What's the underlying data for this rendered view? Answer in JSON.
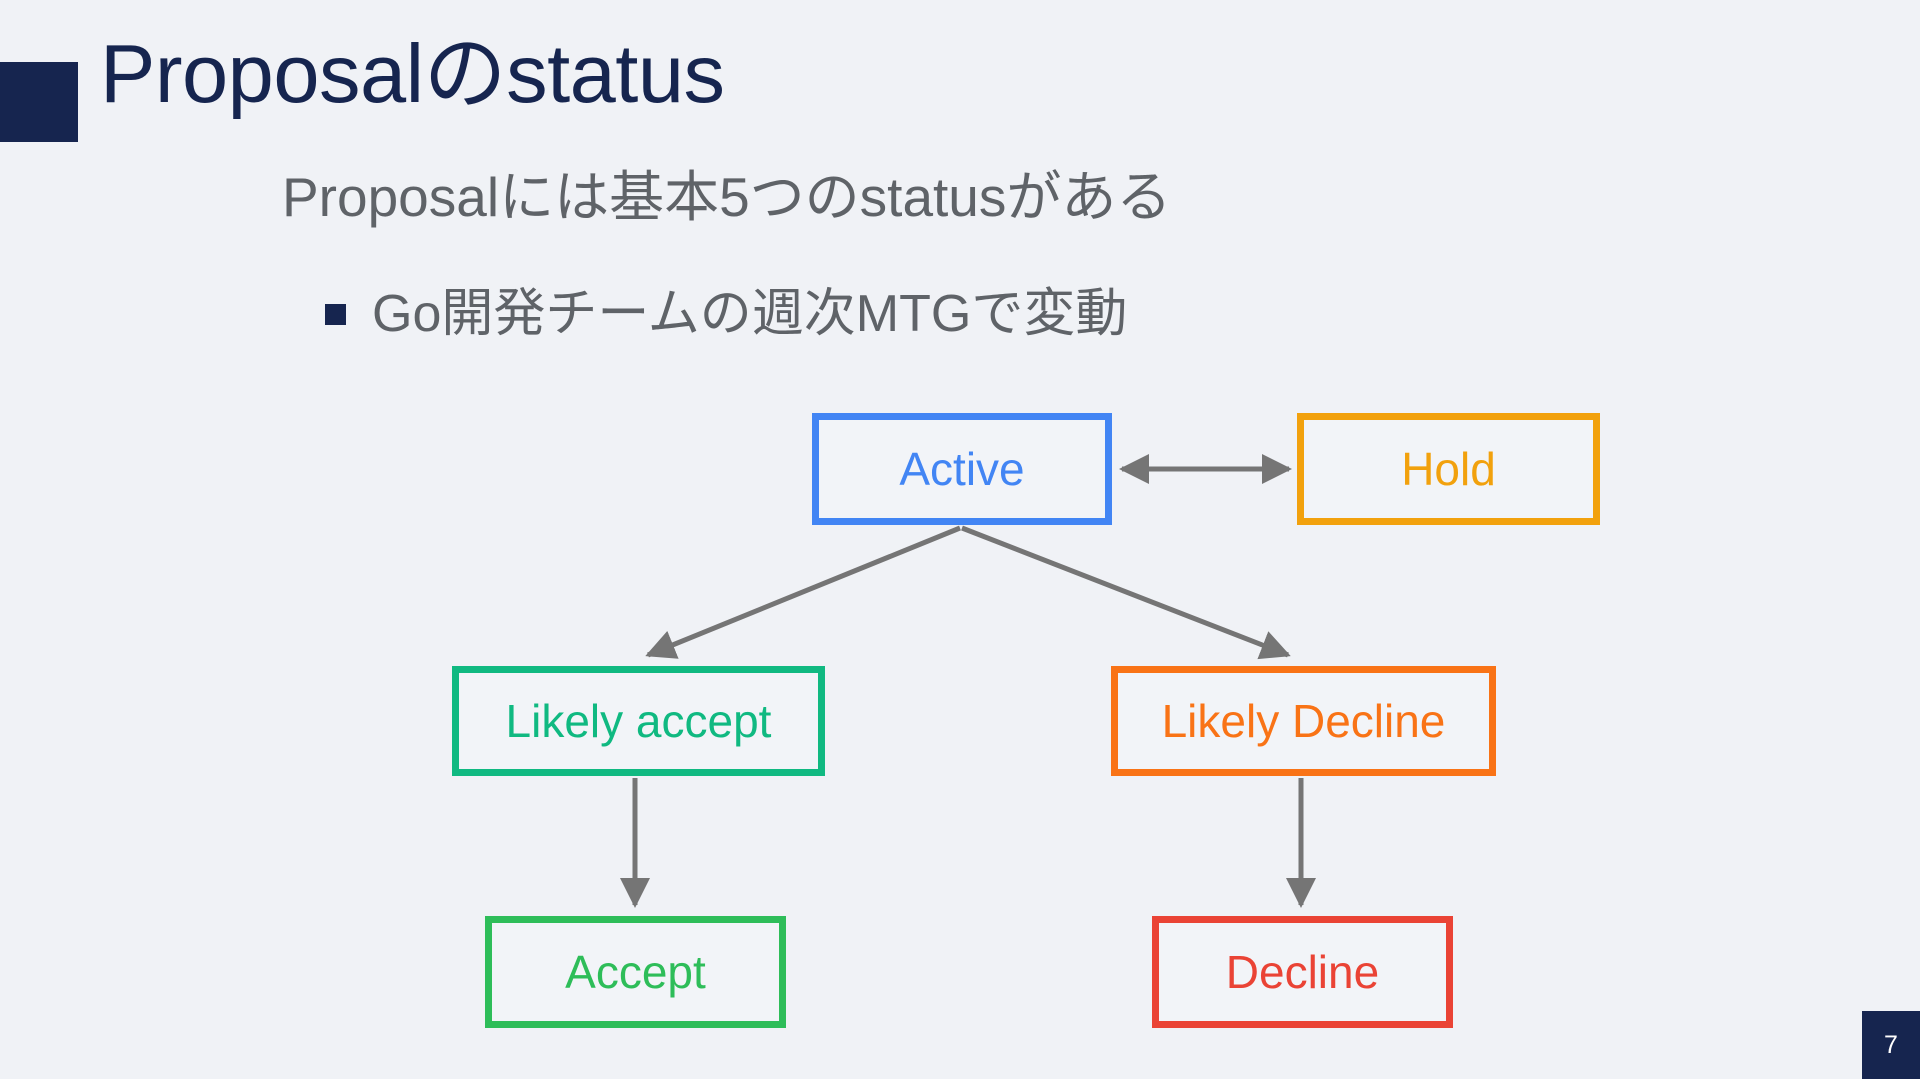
{
  "slide": {
    "title": "Proposalのstatus",
    "subtitle": "Proposalには基本5つのstatusがある",
    "bullet": "Go開発チームの週次MTGで変動",
    "page_number": "7",
    "background_color": "#f0f2f6",
    "accent_color": "#16254f",
    "subtitle_color": "#5f6368"
  },
  "diagram": {
    "type": "state-flow",
    "connector_color": "#757575",
    "nodes": [
      {
        "id": "active",
        "label": "Active",
        "color": "#4285f4"
      },
      {
        "id": "hold",
        "label": "Hold",
        "color": "#f2a10d"
      },
      {
        "id": "likely_accept",
        "label": "Likely accept",
        "color": "#10b981"
      },
      {
        "id": "likely_decline",
        "label": "Likely Decline",
        "color": "#f97316"
      },
      {
        "id": "accept",
        "label": "Accept",
        "color": "#2ebd59"
      },
      {
        "id": "decline",
        "label": "Decline",
        "color": "#ea4335"
      }
    ],
    "edges": [
      {
        "from": "active",
        "to": "hold",
        "arrow": "double"
      },
      {
        "from": "active",
        "to": "likely_accept",
        "arrow": "single"
      },
      {
        "from": "active",
        "to": "likely_decline",
        "arrow": "single"
      },
      {
        "from": "likely_accept",
        "to": "accept",
        "arrow": "single"
      },
      {
        "from": "likely_decline",
        "to": "decline",
        "arrow": "single"
      }
    ]
  }
}
